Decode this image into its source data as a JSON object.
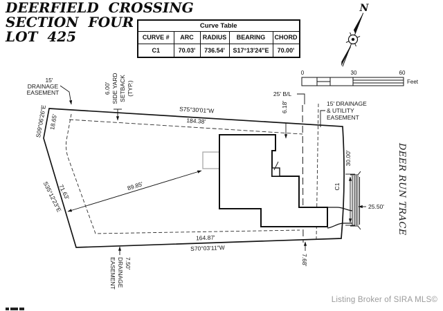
{
  "title_block": {
    "line1": "DEERFIELD  CROSSING",
    "line2": "SECTION  FOUR",
    "line3": "LOT  425"
  },
  "curve_table": {
    "title": "Curve Table",
    "columns": [
      "CURVE #",
      "ARC",
      "RADIUS",
      "BEARING",
      "CHORD"
    ],
    "row": {
      "curve": "C1",
      "arc": "70.03'",
      "radius": "736.54'",
      "bearing": "S17°13'24\"E",
      "chord": "70.00'"
    }
  },
  "north_arrow": {
    "label": "N"
  },
  "scale_bar": {
    "tick0": "0",
    "tick30": "30",
    "tick60": "60",
    "unit": "Feet"
  },
  "bearings": {
    "top_bearing": "S75°30'01\"W",
    "top_distance": "184.38'",
    "left_bearing": "S09°06'26\"E",
    "left_distance": "18.65'",
    "left_lower_bearing": "S35°12'23\"E",
    "left_lower_distance": "71.63'",
    "bottom_bearing": "S70°03'11\"W",
    "bottom_distance": "164.87'"
  },
  "labels": {
    "drainage_easement_left": {
      "l1": "15'",
      "l2": "DRAINAGE",
      "l3": "EASEMENT"
    },
    "side_yard_setback": {
      "l1": "6.00'",
      "l2": "SIDE YARD",
      "l3": "SETBACK",
      "l4": "(TYP.)"
    },
    "building_line": "25' B/L",
    "bl_offset": "6.18'",
    "drainage_utility_easement": {
      "l1": "15' DRAINAGE",
      "l2": "& UTILITY",
      "l3": "EASEMENT"
    },
    "drainage_easement_bottom": {
      "l1": "7.50'",
      "l2": "DRAINAGE",
      "l3": "EASEMENT"
    },
    "rear_offset": "7.68'",
    "house_dim": "89.85'",
    "frontage_dim": "30.00'",
    "driveway_dim": "25.50'",
    "curve_ref": "C1",
    "street_name": "DEER RUN TRACE"
  },
  "footer": {
    "credit": "Listing Broker of SIRA MLS©"
  }
}
